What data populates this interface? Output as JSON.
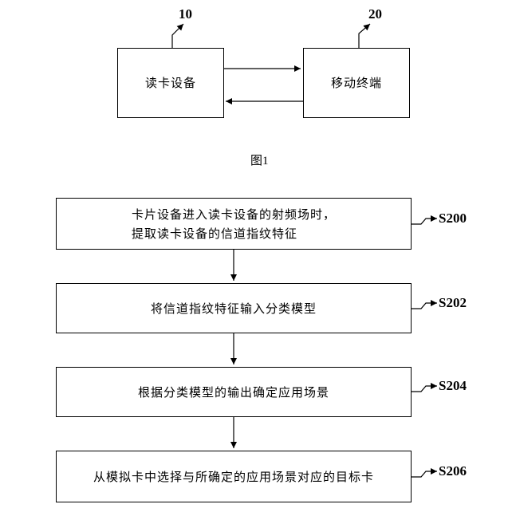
{
  "figure1": {
    "device_ref": "10",
    "terminal_ref": "20",
    "card_reader": "读卡设备",
    "mobile_terminal": "移动终端",
    "caption": "图1"
  },
  "flow": {
    "steps": [
      {
        "id": "S200",
        "lines": [
          "卡片设备进入读卡设备的射频场时，",
          "提取读卡设备的信道指纹特征"
        ]
      },
      {
        "id": "S202",
        "lines": [
          "将信道指纹特征输入分类模型"
        ]
      },
      {
        "id": "S204",
        "lines": [
          "根据分类模型的输出确定应用场景"
        ]
      },
      {
        "id": "S206",
        "lines": [
          "从模拟卡中选择与所确定的应用场景对应的目标卡"
        ]
      }
    ]
  }
}
